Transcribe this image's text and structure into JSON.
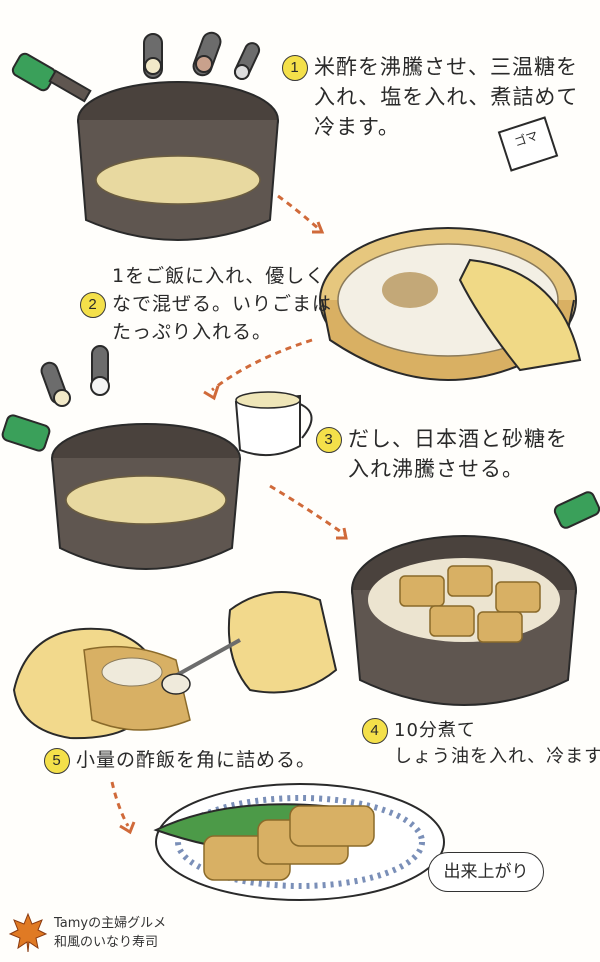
{
  "steps": [
    {
      "num": "1",
      "lines": [
        "米酢を沸騰させ、三温糖を",
        "入れ、塩を入れ、煮詰めて",
        "冷ます。"
      ]
    },
    {
      "num": "2",
      "lines": [
        "1をご飯に入れ、優しく",
        "なで混ぜる。いりごまは",
        "たっぷり入れる。"
      ]
    },
    {
      "num": "3",
      "lines": [
        "だし、日本酒と砂糖を",
        "入れ沸騰させる。"
      ]
    },
    {
      "num": "4",
      "lines": [
        "10分煮て",
        "しょう油を入れ、冷ます。"
      ]
    },
    {
      "num": "5",
      "lines": [
        "小量の酢飯を角に詰める。"
      ]
    }
  ],
  "done_label": "出来上がり",
  "packet_label": "ゴマ",
  "credit": {
    "line1": "Tamyの主婦グルメ",
    "line2": "和風のいなり寿司"
  },
  "colors": {
    "pot": "#5f5650",
    "handle": "#3aa05a",
    "liquid": "#e8d9a0",
    "tofu": "#d8b064",
    "arrow": "#d06a3a",
    "bowl": "#e6c77e",
    "number_circle": "#f4e04a"
  }
}
